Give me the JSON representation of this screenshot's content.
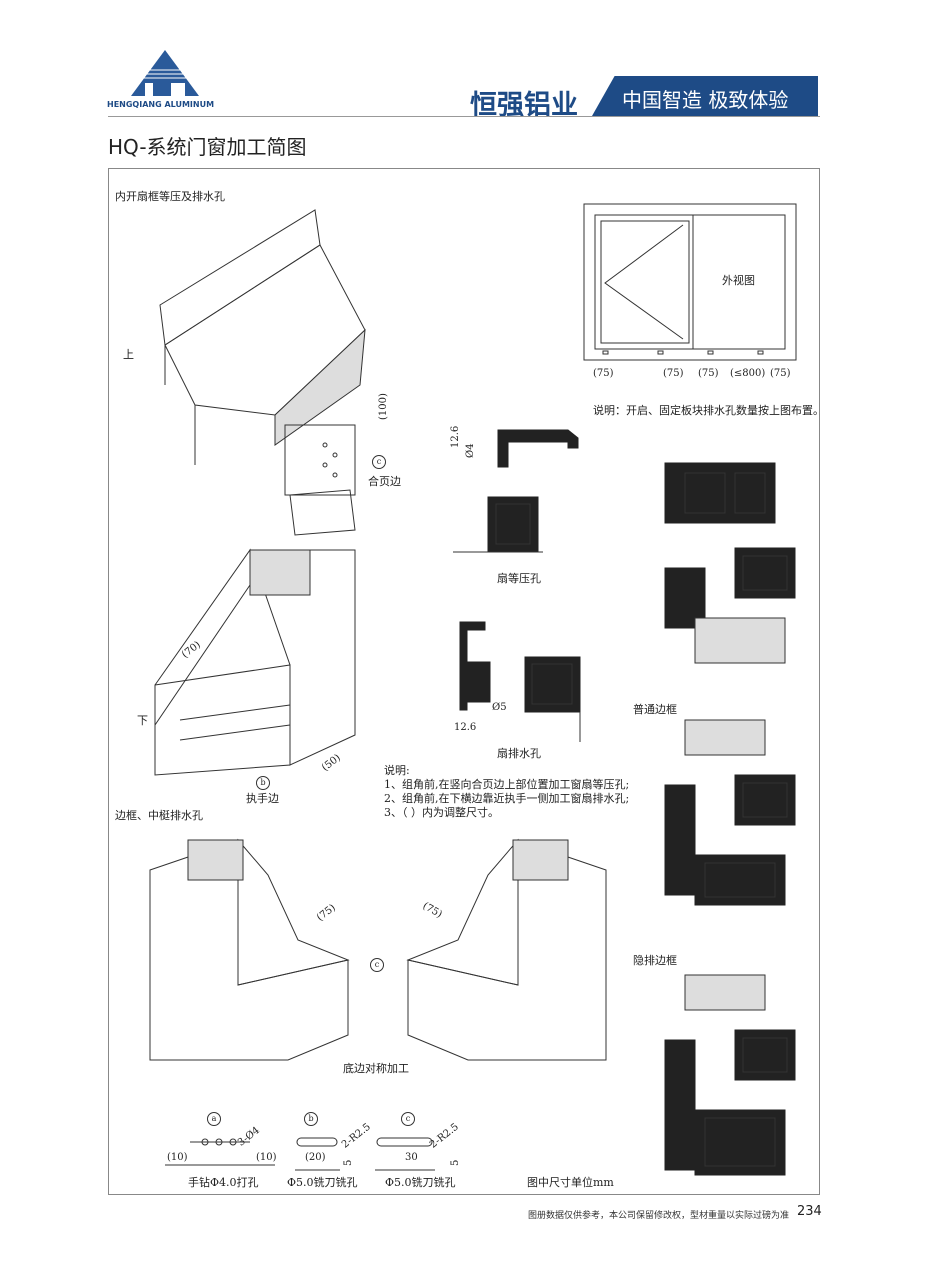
{
  "header": {
    "logo_text": "HENGQIANG ALUMINUM",
    "brand": "恒强铝业",
    "slogan": "中国智造 极致体验",
    "brand_color": "#1e4b86",
    "title": "HQ-系统门窗加工简图"
  },
  "sections": {
    "sash_section": "内开扇框等压及排水孔",
    "top_label": "上",
    "bottom_label": "下",
    "dim_100": "(100)",
    "hinge_side": "合页边",
    "dim_70": "(70)",
    "dim_50": "(50)",
    "handle_side": "执手边",
    "frame_section": "边框、中梃排水孔",
    "dim_75_left": "(75)",
    "dim_75_right": "(75)",
    "bottom_symmetric": "底边对称加工",
    "marker_a": "a",
    "marker_b": "b",
    "marker_c": "c"
  },
  "exterior": {
    "label": "外视图",
    "dims": [
      "(75)",
      "(75)",
      "(75)",
      "(≤800)",
      "(75)"
    ],
    "note": "说明：开启、固定板块排水孔数量按上图布置。"
  },
  "sash_pressure": {
    "dim1": "12.6",
    "dim2": "Ø4",
    "label": "扇等压孔"
  },
  "sash_drain": {
    "dim1": "Ø5",
    "dim2": "12.6",
    "label": "扇排水孔"
  },
  "notes": {
    "title": "说明:",
    "lines": [
      "1、组角前,在竖向合页边上部位置加工窗扇等压孔;",
      "2、组角前,在下横边靠近执手一侧加工窗扇排水孔;",
      "3、（ ）内为调整尺寸。"
    ]
  },
  "frames": {
    "normal": "普通边框",
    "hidden": "隐排边框"
  },
  "details": [
    {
      "marker": "a",
      "callout": "3-Ø4",
      "dims": [
        "(10)",
        "(10)"
      ],
      "label": "手钻Φ4.0打孔"
    },
    {
      "marker": "b",
      "callout": "2-R2.5",
      "dims": [
        "(20)",
        "5"
      ],
      "label": "Φ5.0铣刀铣孔"
    },
    {
      "marker": "c",
      "callout": "2-R2.5",
      "dims": [
        "30",
        "5"
      ],
      "label": "Φ5.0铣刀铣孔"
    }
  ],
  "unit_note": "图中尺寸单位mm",
  "footer": {
    "disclaimer": "图册数据仅供参考，本公司保留修改权，型材重量以实际过磅为准",
    "page_number": "234"
  }
}
